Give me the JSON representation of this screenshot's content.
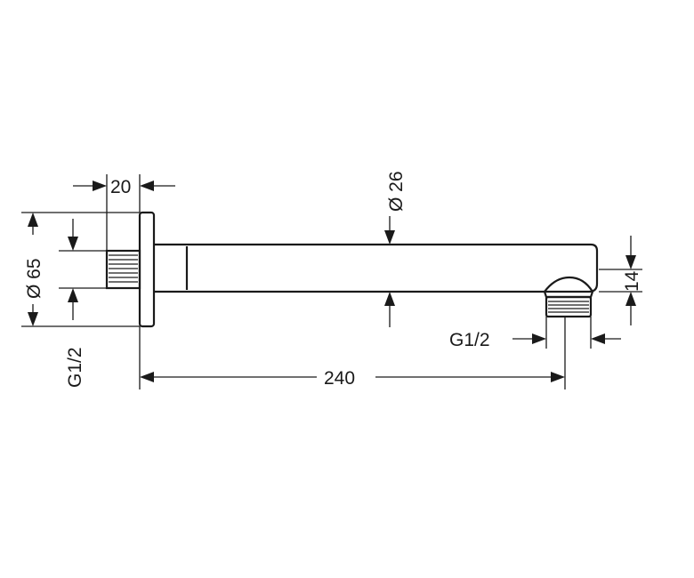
{
  "drawing": {
    "dimensions": {
      "flange_depth": "20",
      "arm_diameter": "Ø 26",
      "flange_diameter": "Ø 65",
      "wall_thread": "G1/2",
      "outlet_thread": "G1/2",
      "arm_length": "240",
      "outlet_height": "14"
    }
  }
}
